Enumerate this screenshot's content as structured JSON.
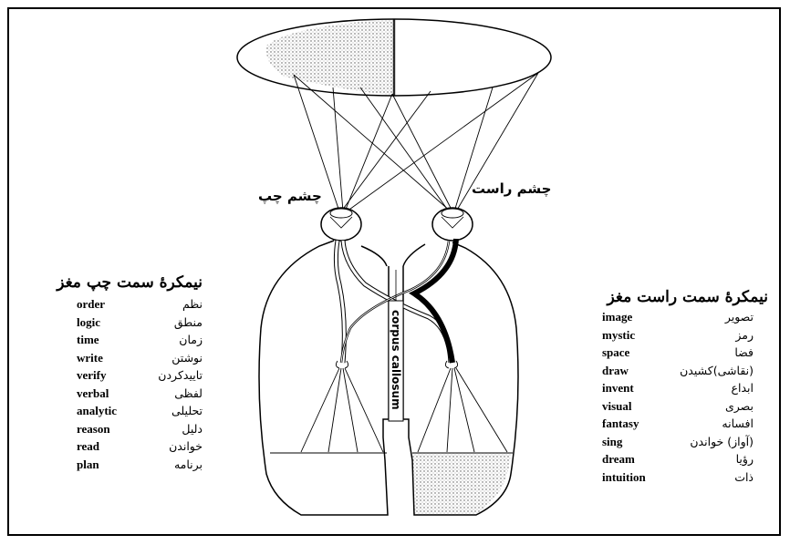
{
  "labels": {
    "left_eye": "چشم چپ",
    "right_eye": "چشم راست",
    "corpus_callosum": "corpus callosum"
  },
  "left_hemisphere": {
    "title": "نیمکرهٔ سمت چپ مغز",
    "items": [
      {
        "en": "order",
        "fa": "نظم"
      },
      {
        "en": "logic",
        "fa": "منطق"
      },
      {
        "en": "time",
        "fa": "زمان"
      },
      {
        "en": "write",
        "fa": "نوشتن"
      },
      {
        "en": "verify",
        "fa": "تاییدکردن"
      },
      {
        "en": "verbal",
        "fa": "لفظی"
      },
      {
        "en": "analytic",
        "fa": "تحلیلی"
      },
      {
        "en": "reason",
        "fa": "دلیل"
      },
      {
        "en": "read",
        "fa": "خواندن"
      },
      {
        "en": "plan",
        "fa": "برنامه"
      }
    ]
  },
  "right_hemisphere": {
    "title": "نیمکرهٔ سمت راست مغز",
    "items": [
      {
        "en": "image",
        "fa": "تصویر"
      },
      {
        "en": "mystic",
        "fa": "رمز"
      },
      {
        "en": "space",
        "fa": "فضا"
      },
      {
        "en": "draw",
        "fa": "(نقاشی)کشیدن"
      },
      {
        "en": "invent",
        "fa": "ابداع"
      },
      {
        "en": "visual",
        "fa": "بصری"
      },
      {
        "en": "fantasy",
        "fa": "افسانه"
      },
      {
        "en": "sing",
        "fa": "(آواز) خواندن"
      },
      {
        "en": "dream",
        "fa": "رؤیا"
      },
      {
        "en": "intuition",
        "fa": "ذات"
      }
    ]
  }
}
